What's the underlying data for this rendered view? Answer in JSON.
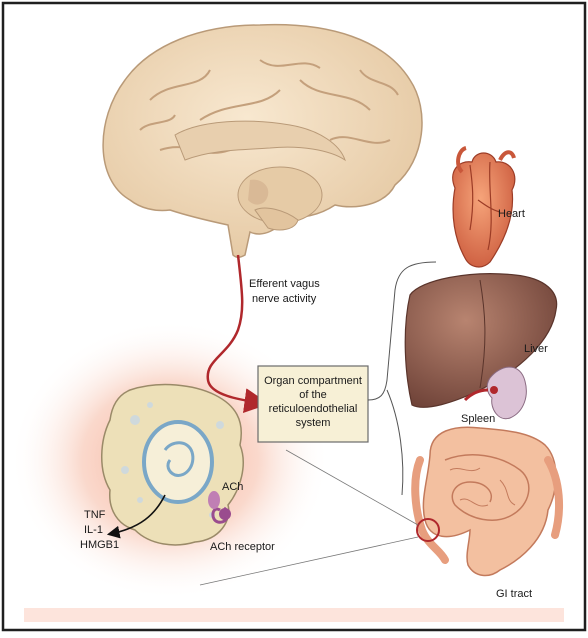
{
  "labels": {
    "vagus_line1": "Efferent vagus",
    "vagus_line2": "nerve activity",
    "box_line1": "Organ compartment",
    "box_line2": "of the",
    "box_line3": "reticuloendothelial",
    "box_line4": "system",
    "heart": "Heart",
    "liver": "Liver",
    "spleen": "Spleen",
    "gi": "GI tract",
    "ach": "ACh",
    "ach_receptor": "ACh receptor",
    "tnf": "TNF",
    "il1": "IL-1",
    "hmgb1": "HMGB1"
  },
  "colors": {
    "nerve": "#b0282c",
    "brain": "#f1dcc0",
    "box_fill": "#f7f0d6",
    "liver": "#8a5a4c",
    "heart": "#e9835b",
    "gi": "#f0b89a",
    "cell": "#ede0b8",
    "glow": "#f4a48a",
    "receptor": "#9a4c8e"
  }
}
